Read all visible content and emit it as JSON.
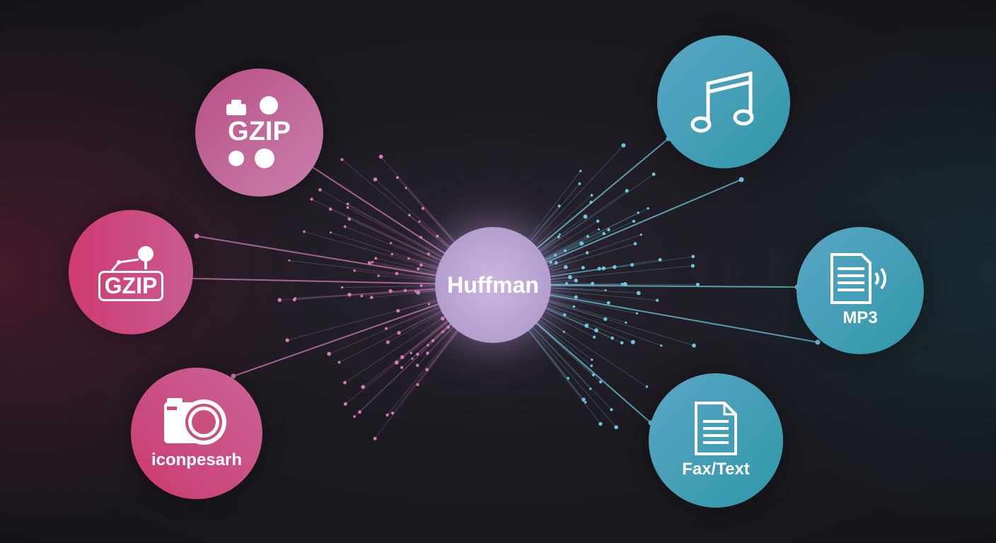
{
  "center": {
    "label": "Huffman"
  },
  "nodes": {
    "gzip_top": {
      "label": "GZIP",
      "icon": "gzip-dots-icon"
    },
    "gzip_mid": {
      "label": "GZIP",
      "icon": "gzip-sign-icon"
    },
    "camera": {
      "label": "iconpesarh",
      "icon": "camera-icon"
    },
    "music": {
      "icon": "music-note-icon"
    },
    "mp3": {
      "label": "MP3",
      "icon": "audio-document-icon"
    },
    "fax": {
      "label": "Fax/Text",
      "icon": "document-icon"
    }
  },
  "colors": {
    "pink": "#d47ab8",
    "cyan": "#6cc8e0",
    "center": "#b9a3d6"
  }
}
